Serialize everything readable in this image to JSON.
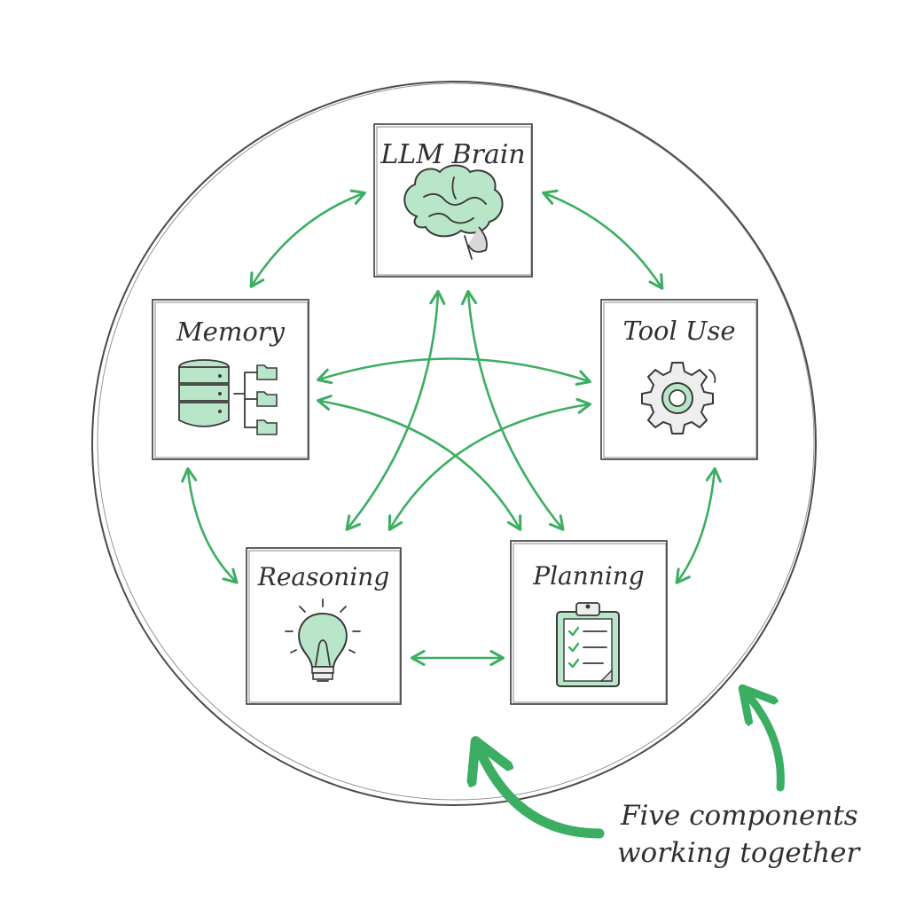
{
  "colors": {
    "accent": "#3cae63",
    "accent_light": "#b9e6c8",
    "ink": "#3a3a3a"
  },
  "components": {
    "llm_brain": {
      "label": "LLM Brain",
      "icon": "brain-icon"
    },
    "memory": {
      "label": "Memory",
      "icon": "database-folders-icon"
    },
    "tool_use": {
      "label": "Tool Use",
      "icon": "gear-icon"
    },
    "reasoning": {
      "label": "Reasoning",
      "icon": "lightbulb-icon"
    },
    "planning": {
      "label": "Planning",
      "icon": "clipboard-checklist-icon"
    }
  },
  "caption": {
    "line1": "Five components",
    "line2": "working together"
  }
}
